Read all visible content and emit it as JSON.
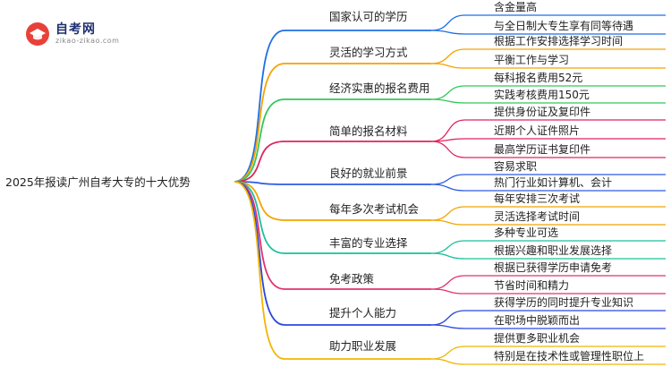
{
  "logo": {
    "title": "自考网",
    "subtitle": "zikao-zikao.com"
  },
  "root": {
    "label": "2025年报读广州自考大专的十大优势"
  },
  "branches": [
    {
      "label": "国家认可的学历",
      "color": "#1f6fe5",
      "leaves": [
        "含金量高",
        "与全日制大专生享有同等待遇"
      ]
    },
    {
      "label": "灵活的学习方式",
      "color": "#f5a300",
      "leaves": [
        "根据工作安排选择学习时间",
        "平衡工作与学习"
      ]
    },
    {
      "label": "经济实惠的报名费用",
      "color": "#34c759",
      "leaves": [
        "每科报名费用52元",
        "实践考核费用150元"
      ]
    },
    {
      "label": "简单的报名材料",
      "color": "#e0245e",
      "leaves": [
        "提供身份证及复印件",
        "近期个人证件照片",
        "最高学历证书复印件"
      ]
    },
    {
      "label": "良好的就业前景",
      "color": "#2d5be3",
      "leaves": [
        "容易求职",
        "热门行业如计算机、会计"
      ]
    },
    {
      "label": "每年多次考试机会",
      "color": "#f0a500",
      "leaves": [
        "每年安排三次考试",
        "灵活选择考试时间"
      ]
    },
    {
      "label": "丰富的专业选择",
      "color": "#1cbf9a",
      "leaves": [
        "多种专业可选",
        "根据兴趣和职业发展选择"
      ]
    },
    {
      "label": "免考政策",
      "color": "#e3306c",
      "leaves": [
        "根据已获得学历申请免考",
        "节省时间和精力"
      ]
    },
    {
      "label": "提升个人能力",
      "color": "#2b47e0",
      "leaves": [
        "获得学历的同时提升专业知识",
        "在职场中脱颖而出"
      ]
    },
    {
      "label": "助力职业发展",
      "color": "#f2b600",
      "leaves": [
        "提供更多职业机会",
        "特别是在技术性或管理性职位上"
      ]
    }
  ]
}
